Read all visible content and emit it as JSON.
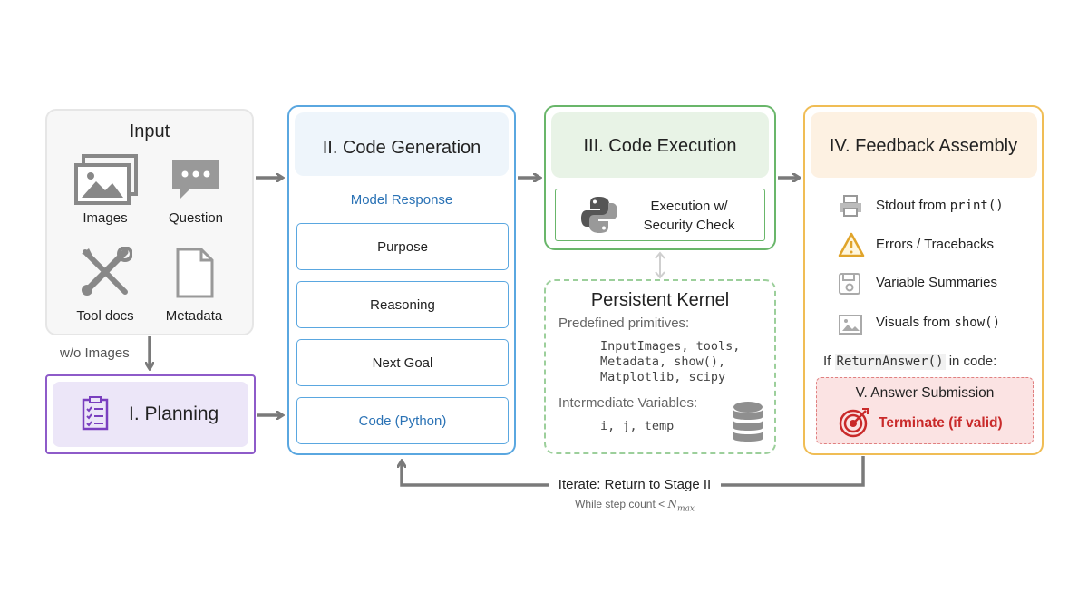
{
  "input": {
    "title": "Input",
    "items": [
      "Images",
      "Question",
      "Tool docs",
      "Metadata"
    ],
    "to_planning_label": "w/o Images"
  },
  "planning": {
    "label": "I. Planning"
  },
  "code_generation": {
    "title": "II. Code Generation",
    "subtitle": "Model Response",
    "items": [
      "Purpose",
      "Reasoning",
      "Next Goal",
      "Code (Python)"
    ]
  },
  "code_execution": {
    "title": "III. Code Execution",
    "box_line1": "Execution w/",
    "box_line2": "Security Check"
  },
  "kernel": {
    "title": "Persistent Kernel",
    "predefined_label": "Predefined primitives:",
    "predefined_lines": [
      "InputImages, tools,",
      "Metadata, show(),",
      "Matplotlib, scipy"
    ],
    "intermediate_label": "Intermediate Variables:",
    "intermediate_values": "i, j, temp"
  },
  "feedback": {
    "title": "IV. Feedback Assembly",
    "items": [
      {
        "text": "Stdout from ",
        "code": "print()",
        "icon": "printer-icon"
      },
      {
        "text": "Errors / Tracebacks",
        "code": "",
        "icon": "warning-icon"
      },
      {
        "text": "Variable Summaries",
        "code": "",
        "icon": "floppy-icon"
      },
      {
        "text": "Visuals from ",
        "code": "show()",
        "icon": "picture-icon"
      }
    ],
    "if_prefix": "If ",
    "if_code": "ReturnAnswer()",
    "if_suffix": " in code:"
  },
  "answer": {
    "title": "V. Answer Submission",
    "terminate": "Terminate (if valid)"
  },
  "iterate": {
    "label": "Iterate: Return to Stage II",
    "condition_prefix": "While step count < ",
    "condition_var": "N",
    "condition_sub": "max"
  },
  "colors": {
    "codegen": "#5aa7e0",
    "execution": "#69b66a",
    "feedback": "#f0bd55",
    "planning": "#8e5bc9",
    "answer": "#e08080",
    "arrow": "#7a7a7a"
  }
}
